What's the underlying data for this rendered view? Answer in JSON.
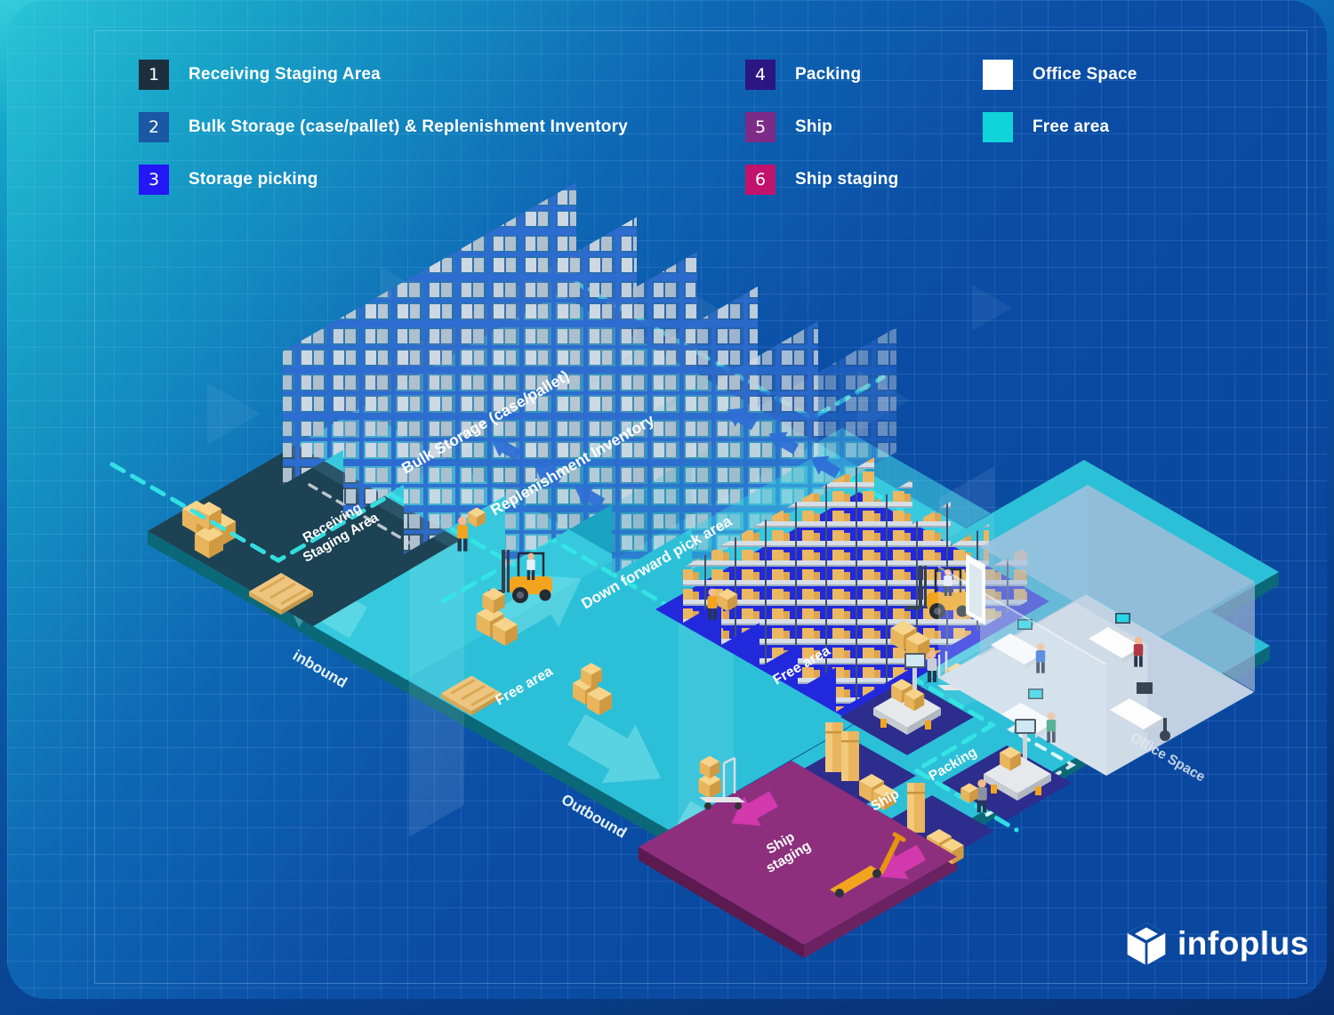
{
  "legend": {
    "col1": [
      {
        "num": "1",
        "label": "Receiving Staging Area",
        "color": "#1d2f3e"
      },
      {
        "num": "2",
        "label": "Bulk Storage (case/pallet) & Replenishment Inventory",
        "color": "#1a57a5"
      },
      {
        "num": "3",
        "label": "Storage picking",
        "color": "#2318f5"
      }
    ],
    "col2": [
      {
        "num": "4",
        "label": "Packing",
        "color": "#2c1682"
      },
      {
        "num": "5",
        "label": "Ship",
        "color": "#7d2b88"
      },
      {
        "num": "6",
        "label": "Ship staging",
        "color": "#c1136b"
      }
    ],
    "col3": [
      {
        "num": "",
        "label": "Office Space",
        "color": "#ffffff"
      },
      {
        "num": "",
        "label": "Free area",
        "color": "#0fd4da"
      }
    ]
  },
  "scene": {
    "labels": {
      "receiving_line1": "Receiving",
      "receiving_line2": "Staging Area",
      "bulk_storage": "Bulk Storage (case/pallet)",
      "replenishment": "Replenishment Inventory",
      "pick_area": "Down forward pick area",
      "free_area_1": "Free area",
      "free_area_2": "Free area",
      "office_space": "Office Space",
      "ship": "Ship",
      "packing": "Packing",
      "ship_staging_line1": "Ship",
      "ship_staging_line2": "staging",
      "inbound": "inbound",
      "outbound": "Outbound"
    }
  },
  "zone_colors": {
    "floor_teal": "#2cc0d8",
    "rack_floor": "#0f8fb4",
    "inbound_lane": "#3fd0e2",
    "receiving": "#1c4254",
    "pick": "#2229dd",
    "staging": "#8e2f7e",
    "pad_navy": "#2d2d8e",
    "office_floor": "#cfdbe6",
    "free_area": "#0fd4da",
    "path_cyan": "#35e6e6"
  },
  "logo": {
    "text": "infoplus"
  }
}
